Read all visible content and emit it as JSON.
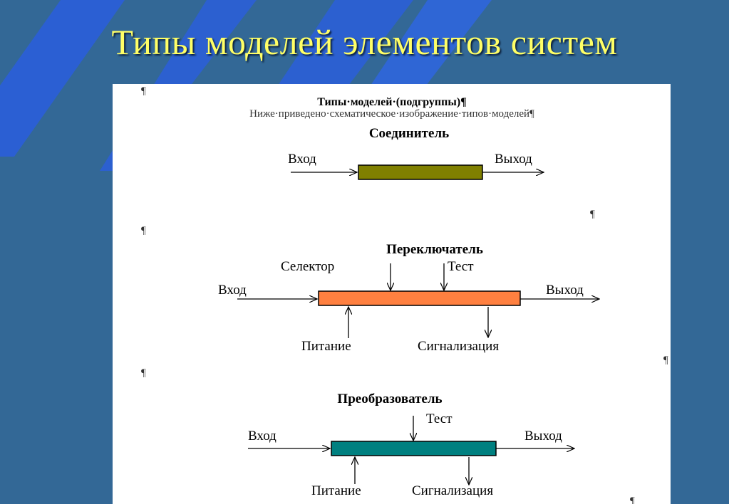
{
  "slide": {
    "title": "Типы моделей элементов систем"
  },
  "document": {
    "heading": "Типы·моделей·(подгруппы)¶",
    "subtitle": "Ниже·приведено·схематическое·изображение·типов·моделей¶",
    "pilcrow": "¶"
  },
  "connector": {
    "title": "Соединитель",
    "input": "Вход",
    "output": "Выход",
    "color": "#808000"
  },
  "switch": {
    "title": "Переключатель",
    "selector": "Селектор",
    "test": "Тест",
    "input": "Вход",
    "output": "Выход",
    "power": "Питание",
    "signal": "Сигнализация",
    "color": "#ff8040"
  },
  "converter": {
    "title": "Преобразователь",
    "test": "Тест",
    "input": "Вход",
    "output": "Выход",
    "power": "Питание",
    "signal": "Сигнализация",
    "color": "#008080"
  },
  "colors": {
    "background": "#336896",
    "stripe": "#2b5fd6",
    "title_text": "#ffff66"
  }
}
